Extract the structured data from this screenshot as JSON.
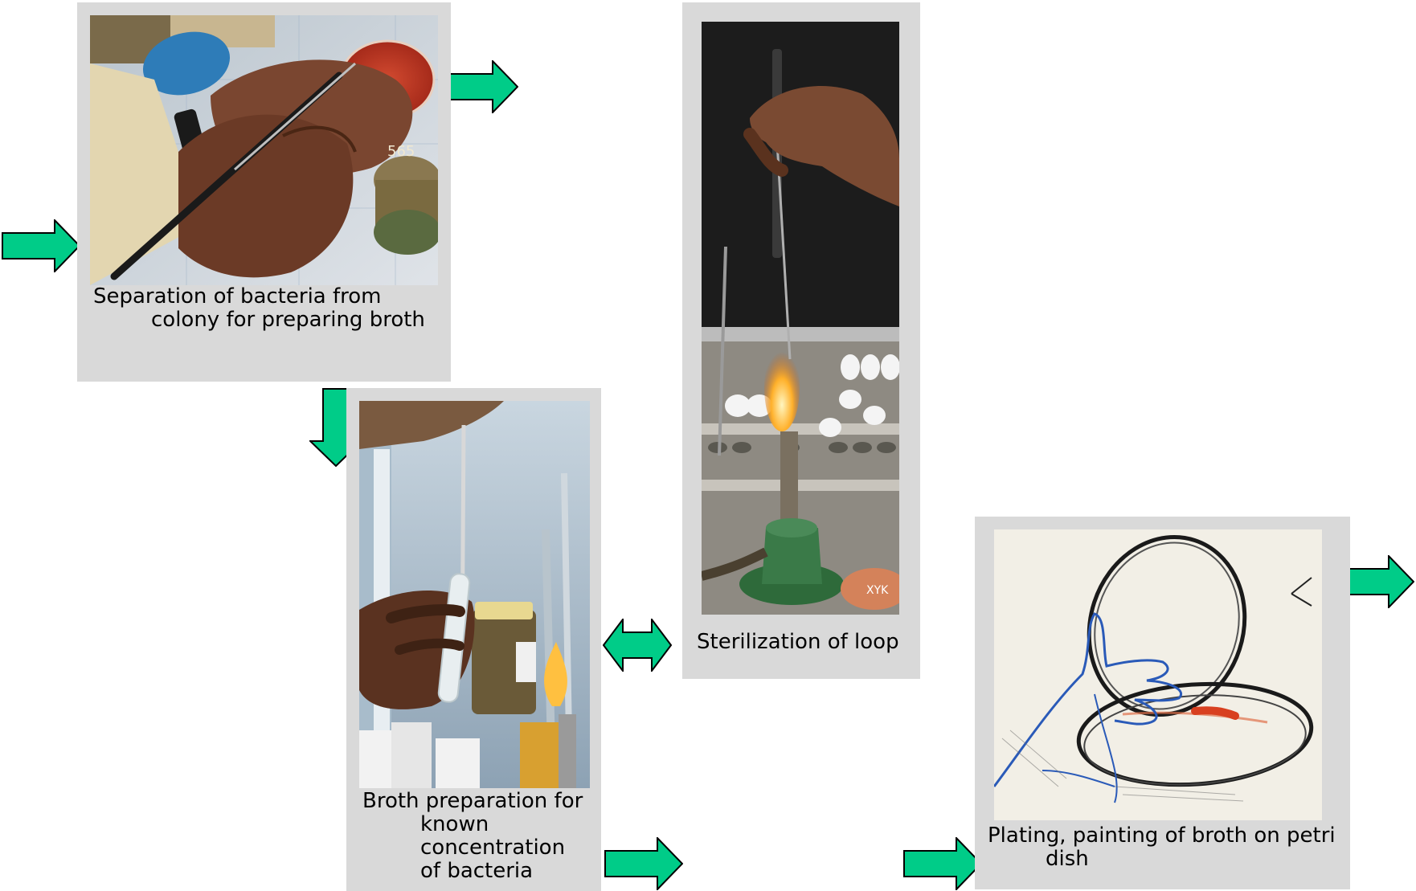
{
  "steps": [
    {
      "id": "separation",
      "caption_line1": "Separation of bacteria from",
      "caption_line2": "colony for preparing broth",
      "photo_icon": "hands-loop-petri-dish-photo"
    },
    {
      "id": "broth",
      "caption_line1": "Broth preparation for",
      "caption_line2": "known",
      "caption_line3": "concentration",
      "caption_line4": "of bacteria",
      "photo_icon": "hand-test-tube-photo"
    },
    {
      "id": "sterilization",
      "caption_line1": "Sterilization of loop",
      "photo_icon": "loop-over-flame-photo"
    },
    {
      "id": "plating",
      "caption_line1": "Plating, painting of broth on petri",
      "caption_line2": "dish",
      "photo_icon": "petri-dish-sketch"
    }
  ],
  "photo_labels": {
    "jar_number": "565",
    "dish_mark": "XYK"
  },
  "colors": {
    "arrow_fill": "#00cc88",
    "arrow_stroke": "#000000",
    "panel_background": "#d9d9d9"
  }
}
